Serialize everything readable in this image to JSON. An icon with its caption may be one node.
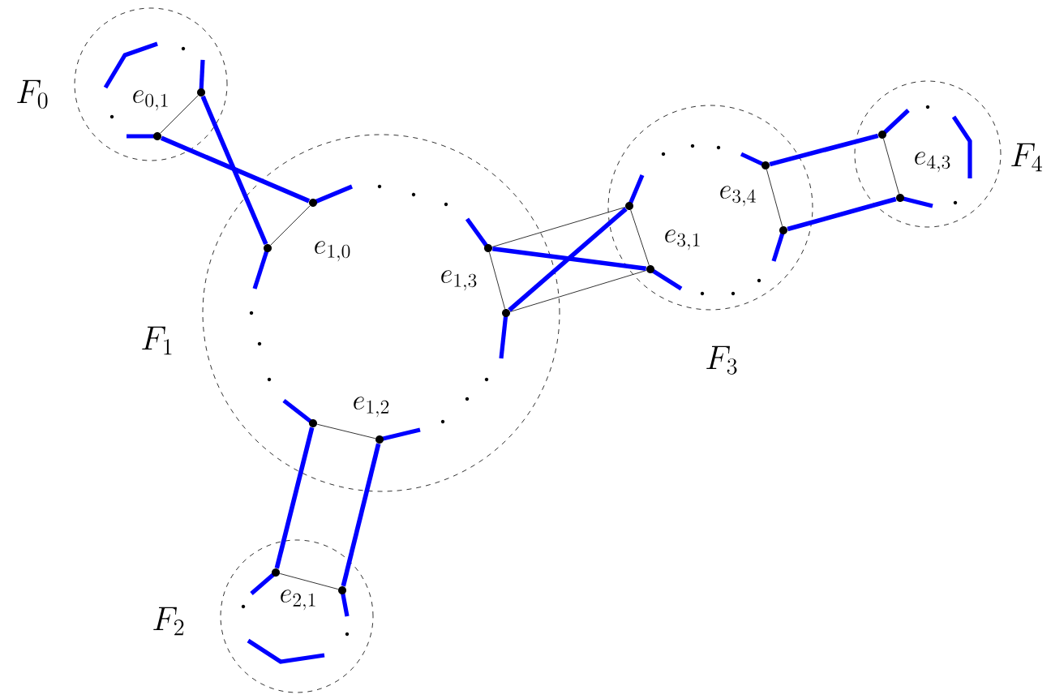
{
  "diagram": {
    "nodes": [
      {
        "text": [
          "F_0"
        ]
      },
      {
        "text": [],
        "shape": "circle",
        "in": 0
      },
      {
        "text": [],
        "shape": "circle",
        "in": 0
      },
      {
        "text": [
          "F_1"
        ]
      },
      {
        "text": [],
        "shape": "circle",
        "in": 3
      },
      {
        "text": [],
        "shape": "circle",
        "in": 3
      },
      {
        "text": [],
        "shape": "circle",
        "in": 3
      },
      {
        "text": [],
        "shape": "circle",
        "in": 3
      },
      {
        "text": [],
        "shape": "circle",
        "in": 3
      },
      {
        "text": [],
        "shape": "circle",
        "in": 3
      },
      {
        "text": [
          "F_2"
        ]
      },
      {
        "text": [],
        "shape": "circle",
        "in": 10
      },
      {
        "text": [],
        "shape": "circle",
        "in": 10
      },
      {
        "text": [
          "F_3"
        ]
      },
      {
        "text": [],
        "shape": "circle",
        "in": 13
      },
      {
        "text": [],
        "shape": "circle",
        "in": 13
      },
      {
        "text": [],
        "shape": "circle",
        "in": 13
      },
      {
        "text": [],
        "shape": "circle",
        "in": 13
      },
      {
        "text": [
          "F_4"
        ]
      },
      {
        "text": [],
        "shape": "circle",
        "in": 18
      },
      {
        "text": [],
        "shape": "circle",
        "in": 18
      }
    ],
    "edges": [
      {
        "from": 1,
        "to": 2,
        "arrow": "none",
        "label": "e_{0,1}"
      },
      {
        "from": 2,
        "to": 4,
        "arrow": "none",
        "style": "thick",
        "color": "#0000ff"
      },
      {
        "from": 1,
        "to": 5,
        "arrow": "none",
        "style": "thick",
        "color": "#0000ff"
      },
      {
        "from": 4,
        "to": 5,
        "arrow": "none",
        "label": "e_{1,0}"
      },
      {
        "from": 6,
        "to": 7,
        "arrow": "none",
        "label": "e_{1,3}"
      },
      {
        "from": 6,
        "to": 14,
        "arrow": "none"
      },
      {
        "from": 7,
        "to": 15,
        "arrow": "none"
      },
      {
        "from": 6,
        "to": 15,
        "arrow": "none",
        "style": "thick",
        "color": "#0000ff"
      },
      {
        "from": 7,
        "to": 14,
        "arrow": "none",
        "style": "thick",
        "color": "#0000ff"
      },
      {
        "from": 14,
        "to": 15,
        "arrow": "none",
        "label": "e_{3,1}"
      },
      {
        "from": 16,
        "to": 17,
        "arrow": "none",
        "label": "e_{3,4}"
      },
      {
        "from": 16,
        "to": 19,
        "arrow": "none",
        "style": "thick",
        "color": "#0000ff"
      },
      {
        "from": 17,
        "to": 20,
        "arrow": "none",
        "style": "thick",
        "color": "#0000ff"
      },
      {
        "from": 19,
        "to": 20,
        "arrow": "none",
        "label": "e_{4,3}"
      },
      {
        "from": 8,
        "to": 9,
        "arrow": "none",
        "label": "e_{1,2}"
      },
      {
        "from": 8,
        "to": 11,
        "arrow": "none",
        "style": "thick",
        "color": "#0000ff"
      },
      {
        "from": 9,
        "to": 12,
        "arrow": "none",
        "style": "thick",
        "color": "#0000ff"
      },
      {
        "from": 11,
        "to": 12,
        "arrow": "none",
        "label": "e_{2,1}"
      }
    ]
  }
}
